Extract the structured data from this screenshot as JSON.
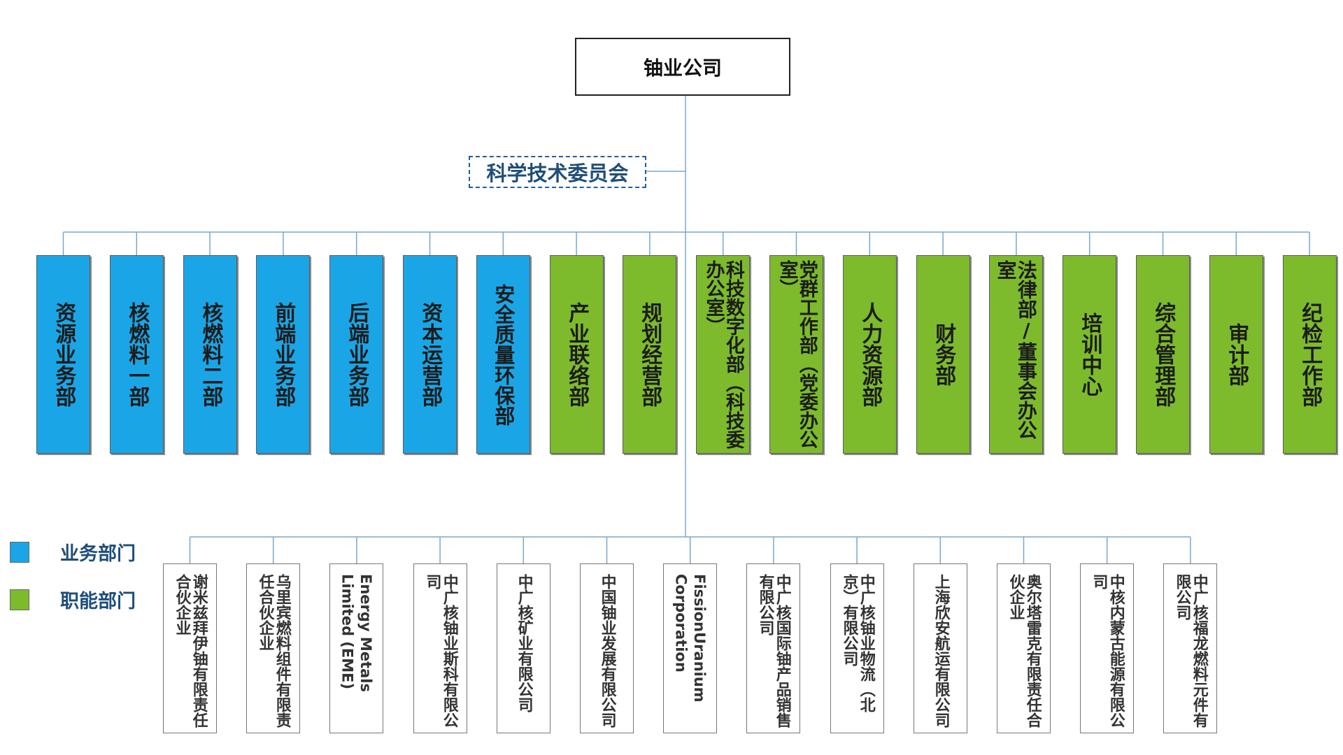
{
  "root": {
    "label": "铀业公司"
  },
  "committee": {
    "label": "科学技术委员会"
  },
  "colors": {
    "business": "#1aa6e6",
    "functional": "#7dbb2c",
    "line": "#7aa7cc",
    "committee_border": "#1f5fa3",
    "legend_text": "#1f4e79"
  },
  "departments": [
    {
      "label": "资源业务部",
      "type": "business"
    },
    {
      "label": "核燃料一部",
      "type": "business"
    },
    {
      "label": "核燃料二部",
      "type": "business"
    },
    {
      "label": "前端业务部",
      "type": "business"
    },
    {
      "label": "后端业务部",
      "type": "business"
    },
    {
      "label": "资本运营部",
      "type": "business"
    },
    {
      "label": "安全质量环保部",
      "type": "business"
    },
    {
      "label": "产业联络部",
      "type": "functional"
    },
    {
      "label": "规划经营部",
      "type": "functional"
    },
    {
      "label": "科技数字化部（科技委办公室）",
      "type": "functional"
    },
    {
      "label": "党群工作部（党委办公室）",
      "type": "functional"
    },
    {
      "label": "人力资源部",
      "type": "functional"
    },
    {
      "label": "财务部",
      "type": "functional"
    },
    {
      "label": "法律部/董事会办公室",
      "type": "functional"
    },
    {
      "label": "培训中心",
      "type": "functional"
    },
    {
      "label": "综合管理部",
      "type": "functional"
    },
    {
      "label": "审计部",
      "type": "functional"
    },
    {
      "label": "纪检工作部",
      "type": "functional"
    }
  ],
  "subsidiaries": [
    {
      "label": "谢米兹拜伊铀有限责任合伙企业",
      "latin": false
    },
    {
      "label": "乌里宾燃料组件有限责任合伙企业",
      "latin": false
    },
    {
      "label": "Energy Metals Limited (EME)",
      "latin": true
    },
    {
      "label": "中广核铀业斯科有限公司",
      "latin": false
    },
    {
      "label": "中广核矿业有限公司",
      "latin": false
    },
    {
      "label": "中国铀业发展有限公司",
      "latin": false
    },
    {
      "label": "FissionUranium Corporation",
      "latin": true
    },
    {
      "label": "中广核国际铀产品销售有限公司",
      "latin": false
    },
    {
      "label": "中广核铀业物流（北京）有限公司",
      "latin": false
    },
    {
      "label": "上海欣安航运有限公司",
      "latin": false
    },
    {
      "label": "奥尔塔雷克有限责任合伙企业",
      "latin": false
    },
    {
      "label": "中核内蒙古能源有限公司",
      "latin": false
    },
    {
      "label": "中广核福龙燃料元件有限公司",
      "latin": false
    }
  ],
  "legend": [
    {
      "label": "业务部门",
      "type": "business"
    },
    {
      "label": "职能部门",
      "type": "functional"
    }
  ]
}
